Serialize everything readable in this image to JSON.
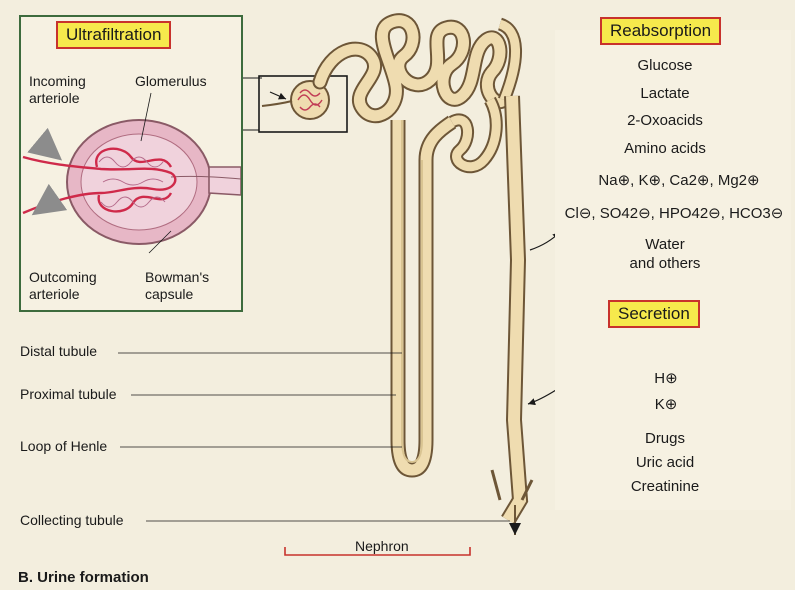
{
  "title": "B. Urine formation",
  "sections": {
    "ultrafiltration": "Ultrafiltration",
    "reabsorption": "Reabsorption",
    "secretion": "Secretion"
  },
  "inset_labels": {
    "incoming_arteriole": [
      "Incoming",
      "arteriole"
    ],
    "glomerulus": "Glomerulus",
    "outcoming_arteriole": [
      "Outcoming",
      "arteriole"
    ],
    "bowmans_capsule": [
      "Bowman's",
      "capsule"
    ]
  },
  "reabsorption_items": {
    "glucose": "Glucose",
    "lactate": "Lactate",
    "oxoacids": "2-Oxoacids",
    "amino_acids": "Amino acids",
    "cations": "Na⊕, K⊕, Ca2⊕, Mg2⊕",
    "anions": "Cl⊖, SO42⊖, HPO42⊖, HCO3⊖",
    "water": "Water",
    "others": "and others"
  },
  "secretion_items": {
    "h": "H⊕",
    "k": "K⊕",
    "drugs": "Drugs",
    "uric_acid": "Uric acid",
    "creatinine": "Creatinine"
  },
  "side_labels": {
    "distal": "Distal tubule",
    "proximal": "Proximal tubule",
    "henle": "Loop of Henle",
    "collecting": "Collecting tubule"
  },
  "nephron": "Nephron",
  "colors": {
    "label_fill": "#f6e94c",
    "label_border": "#c8322c",
    "inset_border": "#3d6b3d",
    "tubule_fill": "#efdcb0",
    "tubule_stroke": "#6d5637",
    "capillary": "#cf2a4a",
    "capsule": "#e7b7c6"
  }
}
